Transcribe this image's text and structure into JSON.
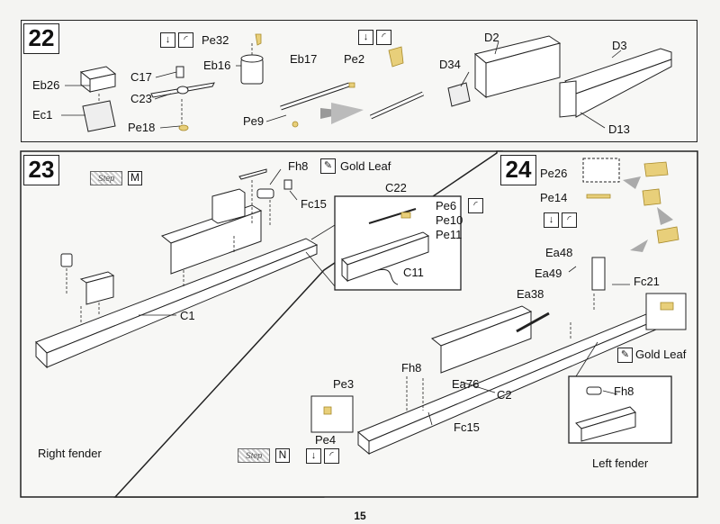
{
  "page": {
    "number": "15"
  },
  "step22": {
    "number": "22",
    "labels": {
      "pe32": "Pe32",
      "eb16": "Eb16",
      "eb17": "Eb17",
      "pe2": "Pe2",
      "d2": "D2",
      "d3": "D3",
      "d34": "D34",
      "d13": "D13",
      "eb26": "Eb26",
      "ec1": "Ec1",
      "c17": "C17",
      "c23": "C23",
      "pe18": "Pe18",
      "pe9": "Pe9"
    }
  },
  "step23": {
    "number": "23",
    "stage_mark": "M",
    "stage_word": "Step",
    "labels": {
      "fh8": "Fh8",
      "gold_leaf": "Gold Leaf",
      "fc15": "Fc15",
      "c22": "C22",
      "pe6": "Pe6",
      "pe10": "Pe10",
      "pe11": "Pe11",
      "c11": "C11",
      "c1": "C1"
    },
    "caption": "Right fender"
  },
  "step24": {
    "number": "24",
    "stage_mark": "N",
    "stage_word": "Step",
    "labels": {
      "pe26": "Pe26",
      "pe14": "Pe14",
      "ea48": "Ea48",
      "ea49": "Ea49",
      "fc21": "Fc21",
      "ea38": "Ea38",
      "gold_leaf": "Gold Leaf",
      "fh8": "Fh8",
      "fh8_main": "Fh8",
      "ea76": "Ea76",
      "c2": "C2",
      "pe3": "Pe3",
      "fc15": "Fc15",
      "pe4": "Pe4"
    },
    "caption": "Left fender"
  },
  "icons": {
    "bend": "bend-down-icon",
    "fold": "fold-curve-icon",
    "brush": "paint-brush-icon"
  },
  "colors": {
    "line": "#222222",
    "pe_part": "#d8b44a",
    "panel_bg": "#f7f7f5"
  }
}
